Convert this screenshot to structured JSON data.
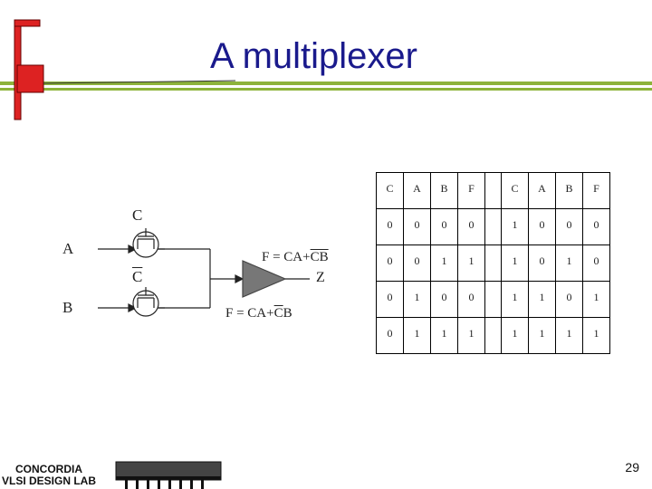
{
  "slide": {
    "title": "A multiplexer",
    "page_number": "29"
  },
  "circuit": {
    "labels": {
      "c_top": "C",
      "c_bar": "C",
      "input_a": "A",
      "input_b": "B",
      "output_z": "Z",
      "eq_top_lhs": "F = CA+",
      "eq_top_bar": "CB",
      "eq_bottom_lhs": "F = CA+",
      "eq_bottom_bar": "C",
      "eq_bottom_tail": "B"
    }
  },
  "truth_table": {
    "left": {
      "headers": [
        "C",
        "A",
        "B",
        "F"
      ],
      "rows": [
        [
          "0",
          "0",
          "0",
          "0"
        ],
        [
          "0",
          "0",
          "1",
          "1"
        ],
        [
          "0",
          "1",
          "0",
          "0"
        ],
        [
          "0",
          "1",
          "1",
          "1"
        ]
      ]
    },
    "right": {
      "headers": [
        "C",
        "A",
        "B",
        "F"
      ],
      "rows": [
        [
          "1",
          "0",
          "0",
          "0"
        ],
        [
          "1",
          "0",
          "1",
          "0"
        ],
        [
          "1",
          "1",
          "0",
          "1"
        ],
        [
          "1",
          "1",
          "1",
          "1"
        ]
      ]
    }
  },
  "logo": {
    "line1": "CONCORDIA",
    "line2": "VLSI DESIGN LAB"
  },
  "colors": {
    "title": "#1a1a8c",
    "accent_red": "#dd2222",
    "accent_green": "#8db33a",
    "buffer_fill": "#777777"
  }
}
